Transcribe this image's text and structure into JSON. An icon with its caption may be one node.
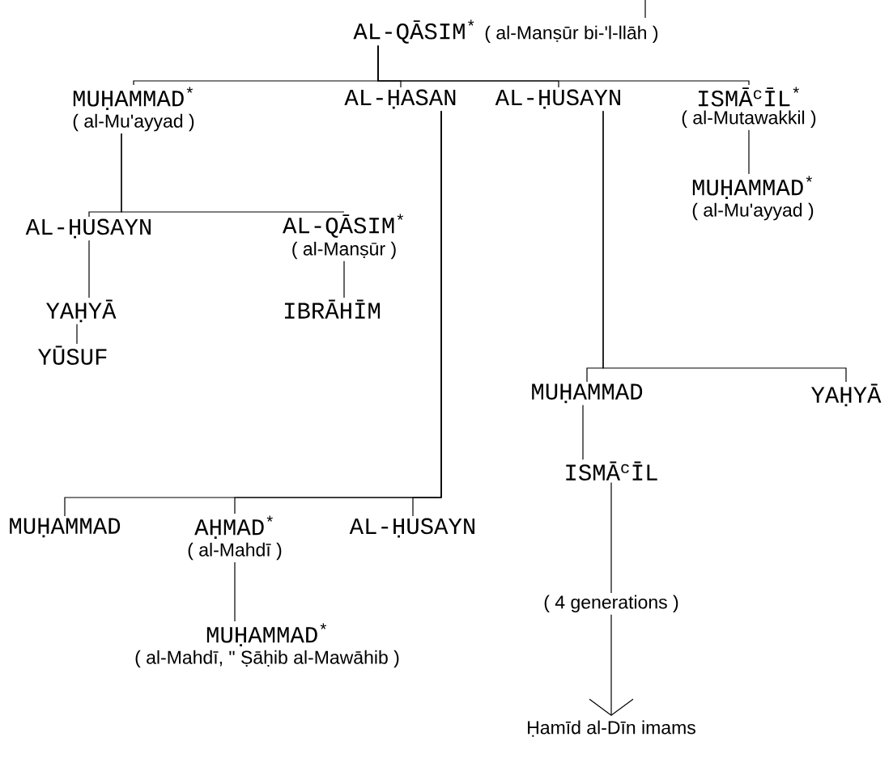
{
  "diagram": {
    "nodes": [
      {
        "text": [
          "AL-QĀSIM$^{*}$",
          "( al-Manṣūr bi-'l-llāh )"
        ]
      },
      {
        "text": [
          "MUḤAMMAD$^{*}$",
          "( al-Mu'ayyad )"
        ]
      },
      {
        "text": [
          "AL-ḤASAN"
        ]
      },
      {
        "text": [
          "AL-ḤUSAYN"
        ]
      },
      {
        "text": [
          "ISMĀ$^{c}$ĪL$^{*}$",
          "( al-Mutawakkil )"
        ]
      },
      {
        "text": [
          "AL-ḤUSAYN"
        ]
      },
      {
        "text": [
          "AL-QĀSIM$^{*}$",
          "( al-Manṣūr )"
        ]
      },
      {
        "text": [
          "YAḤYĀ"
        ]
      },
      {
        "text": [
          "IBRĀHĪM"
        ]
      },
      {
        "text": [
          "YŪSUF"
        ]
      },
      {
        "text": [
          "MUḤAMMAD$^{*}$",
          "( al-Mu'ayyad )"
        ]
      },
      {
        "text": [
          "MUḤAMMAD"
        ]
      },
      {
        "text": [
          "YAḤYĀ"
        ]
      },
      {
        "text": [
          "ISMĀ$^{c}$ĪL"
        ]
      },
      {
        "text": [
          "( 4 generations )"
        ]
      },
      {
        "text": [
          "Ḥamīd al-Dīn imams"
        ]
      },
      {
        "text": [
          "MUḤAMMAD"
        ]
      },
      {
        "text": [
          "AḤMAD$^{*}$",
          "( al-Mahdī )"
        ]
      },
      {
        "text": [
          "AL-ḤUSAYN"
        ]
      },
      {
        "text": [
          "MUḤAMMAD$^{*}$",
          "( al-Mahdī, \" Ṣāḥib al-Mawāhib )"
        ]
      }
    ],
    "edges": [
      {
        "from": null,
        "to": 0,
        "arrow": "none"
      },
      {
        "from": 0,
        "to": 1,
        "arrow": "none"
      },
      {
        "from": 0,
        "to": 2,
        "arrow": "none"
      },
      {
        "from": 0,
        "to": 3,
        "arrow": "none"
      },
      {
        "from": 0,
        "to": 4,
        "arrow": "none"
      },
      {
        "from": 1,
        "to": 5,
        "arrow": "none"
      },
      {
        "from": 1,
        "to": 6,
        "arrow": "none"
      },
      {
        "from": 5,
        "to": 7,
        "arrow": "none"
      },
      {
        "from": 7,
        "to": 9,
        "arrow": "none"
      },
      {
        "from": 6,
        "to": 8,
        "arrow": "none"
      },
      {
        "from": 4,
        "to": 10,
        "arrow": "none"
      },
      {
        "from": 3,
        "to": 11,
        "arrow": "none"
      },
      {
        "from": 3,
        "to": 12,
        "arrow": "none"
      },
      {
        "from": 11,
        "to": 13,
        "arrow": "none"
      },
      {
        "from": 13,
        "to": 14,
        "arrow": "none"
      },
      {
        "from": 14,
        "to": 15,
        "arrow": "to"
      },
      {
        "from": 2,
        "to": 16,
        "arrow": "none"
      },
      {
        "from": 2,
        "to": 17,
        "arrow": "none"
      },
      {
        "from": 2,
        "to": 18,
        "arrow": "none"
      },
      {
        "from": 17,
        "to": 19,
        "arrow": "none"
      }
    ]
  }
}
